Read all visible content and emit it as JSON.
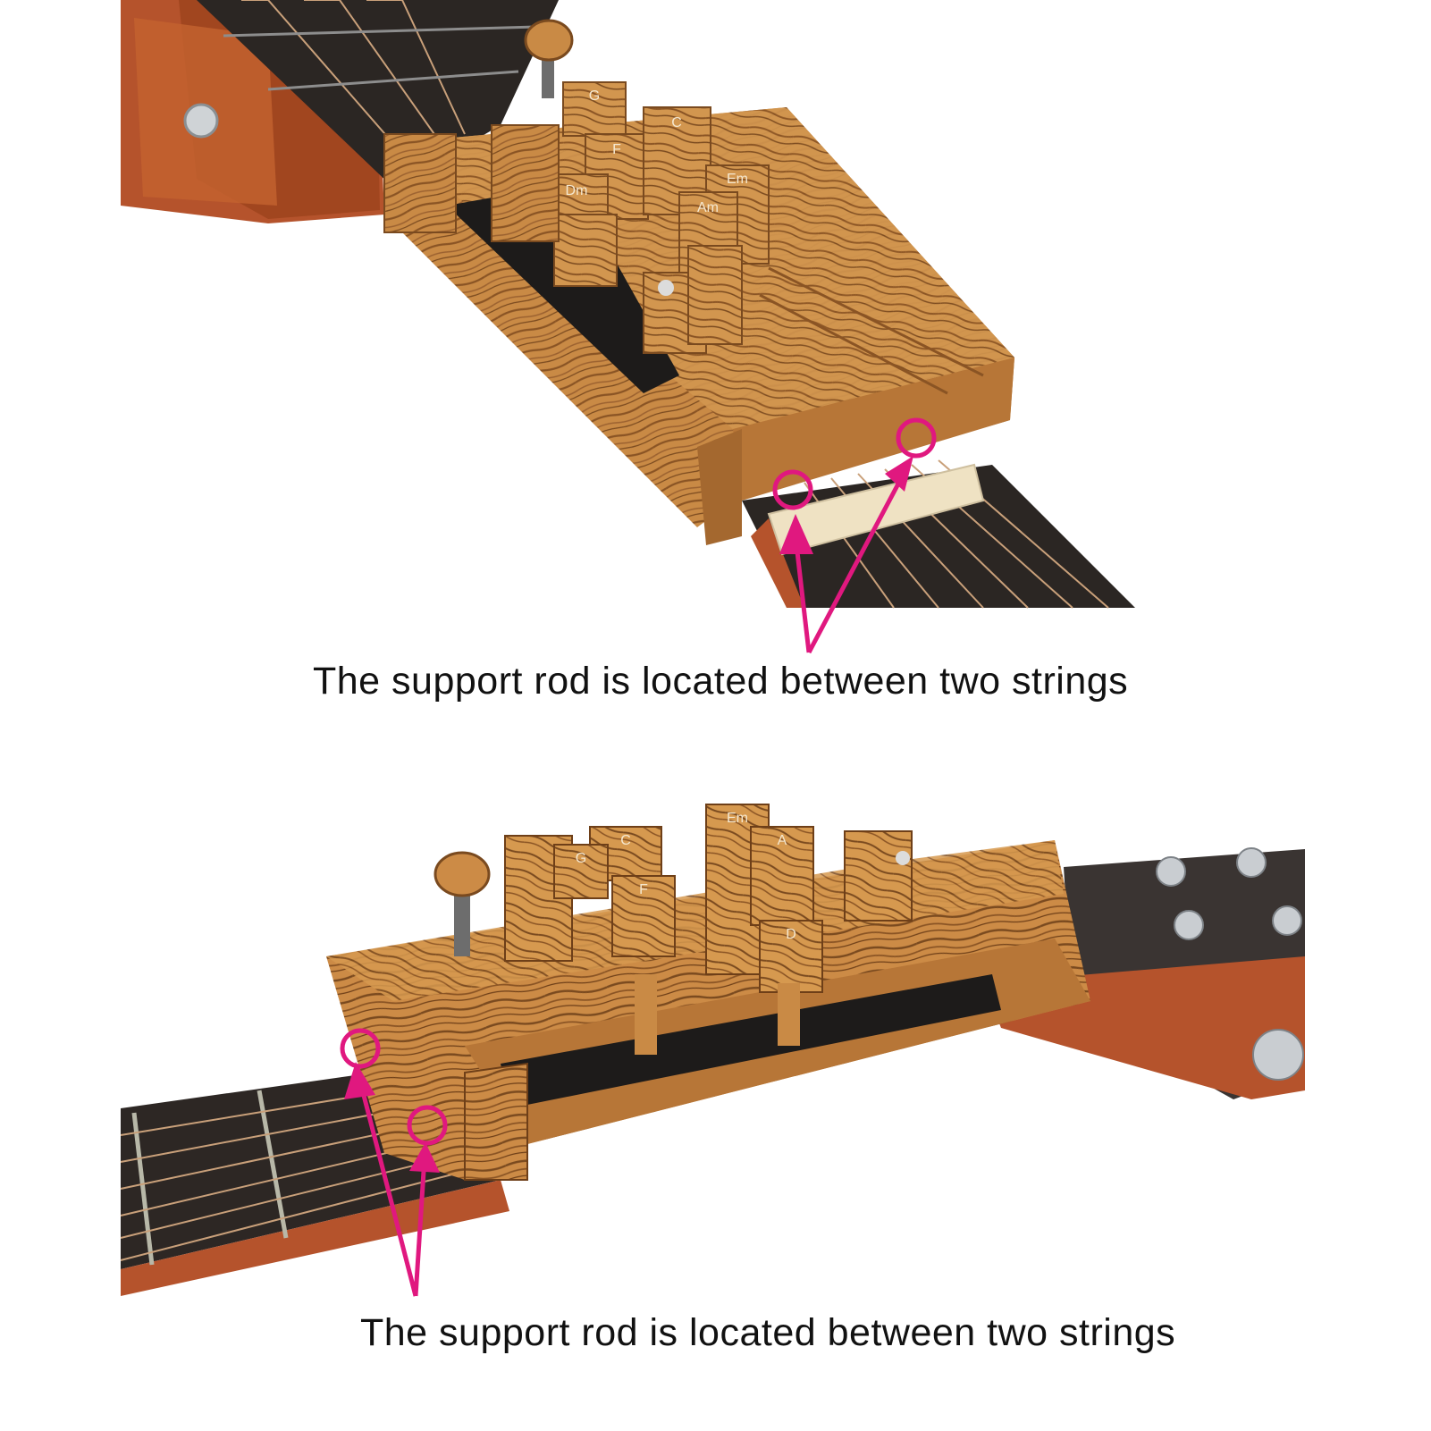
{
  "captions": {
    "top": "The support rod is located between two strings",
    "bottom": "The support rod is located between two strings"
  },
  "chord_labels": {
    "top": [
      "G",
      "F",
      "Dm",
      "C",
      "Em",
      "Am"
    ],
    "bottom": [
      "C",
      "G",
      "F",
      "Em",
      "A",
      "D"
    ]
  },
  "colors": {
    "annotation": "#e0187f",
    "wood": "#c98a45",
    "wood_dark": "#7a4a1f",
    "fretboard": "#2b2623",
    "guitar_body": "#b5532c"
  }
}
